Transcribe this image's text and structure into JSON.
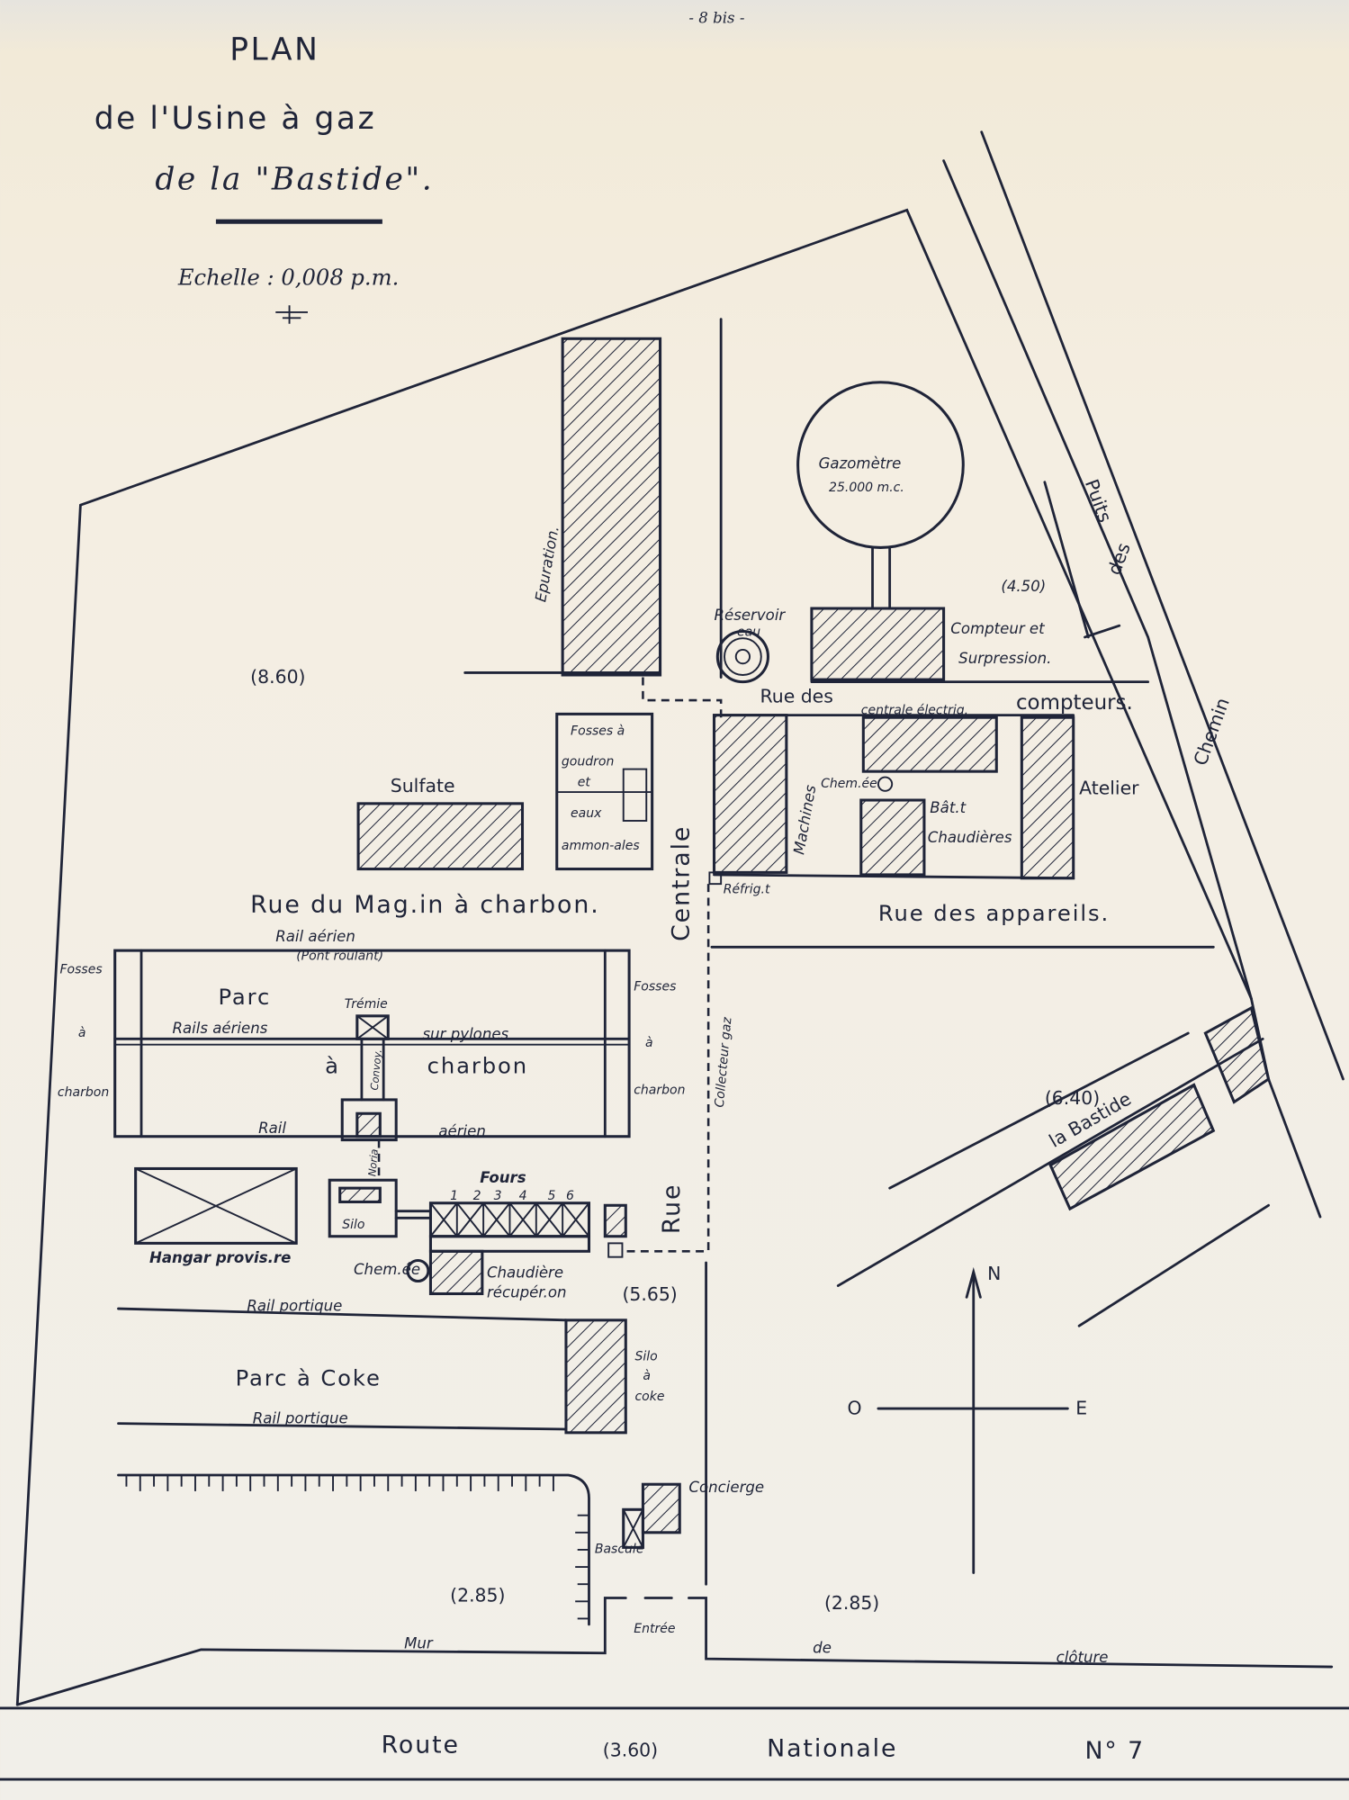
{
  "page_ref": "- 8 bis -",
  "title": {
    "line1": "PLAN",
    "line2": "de l'Usine à gaz",
    "line3": "de la \"Bastide\".",
    "scale": "Echelle : 0,008 p.m."
  },
  "labels": {
    "epuration": "Epuration.",
    "gazometre": "Gazomètre",
    "gazometre_cap": "25.000 m.c.",
    "reservoir": "Réservoir",
    "reservoir_eau": "eau",
    "compteur1": "Compteur et",
    "compteur2": "Surpression.",
    "alt_450": "(4.50)",
    "alt_860": "(8.60)",
    "rue_compteurs_a": "Rue des",
    "rue_compteurs_b": "compteurs.",
    "centrale": "centrale électriq.",
    "fosses1": "Fosses à",
    "fosses2": "goudron",
    "fosses3": "et",
    "fosses4": "eaux",
    "fosses5": "ammon-ales",
    "sulfate": "Sulfate",
    "machines": "Machines",
    "chem1": "Chem.ée",
    "bat1": "Bât.t",
    "bat2": "Chaudières",
    "atelier": "Atelier",
    "refrig": "Réfrig.t",
    "rue_magasin": "Rue du Mag.in à charbon.",
    "centrale_rue": "Centrale",
    "rue_appareils": "Rue des appareils.",
    "rail_aerien_top": "Rail aérien",
    "pont_roulant": "(Pont roulant)",
    "fosses_l1": "Fosses",
    "fosses_l2": "à",
    "fosses_l3": "charbon",
    "fosses_r1": "Fosses",
    "fosses_r2": "à",
    "fosses_r3": "charbon",
    "parc": "Parc",
    "a": "à",
    "charbon": "charbon",
    "tremie": "Trémie",
    "rails_aeriens": "Rails aériens",
    "sur_pylones": "sur pylones",
    "convoy": "Convoy.",
    "rail_aerien_bot": "Rail",
    "aerien_bot": "aérien",
    "collecteur": "Collecteur gaz",
    "alt_640": "(6.40)",
    "la_bastide": "la Bastide",
    "chemin": "Chemin",
    "des": "des",
    "puits": "Puits",
    "noria": "Noria",
    "fours": "Fours",
    "fours_nums": [
      "1",
      "2",
      "3",
      "4",
      "5",
      "6"
    ],
    "silo": "Silo",
    "hangar": "Hangar provis.re",
    "chem2": "Chem.ée",
    "chaudiere1": "Chaudière",
    "chaudiere2": "récupér.on",
    "alt_565": "(5.65)",
    "rue": "Rue",
    "rail_portique1": "Rail portique",
    "parc_coke": "Parc à Coke",
    "rail_portique2": "Rail portique",
    "silo_coke1": "Silo",
    "silo_coke2": "à",
    "silo_coke3": "coke",
    "concierge": "Concierge",
    "bascule": "Bascule",
    "alt_285a": "(2.85)",
    "alt_285b": "(2.85)",
    "entree": "Entrée",
    "mur": "Mur",
    "de": "de",
    "cloture": "clôture",
    "route": "Route",
    "alt_360": "(3.60)",
    "nationale": "Nationale",
    "numero": "N° 7"
  },
  "compass": {
    "n": "N",
    "o": "O",
    "e": "E"
  }
}
